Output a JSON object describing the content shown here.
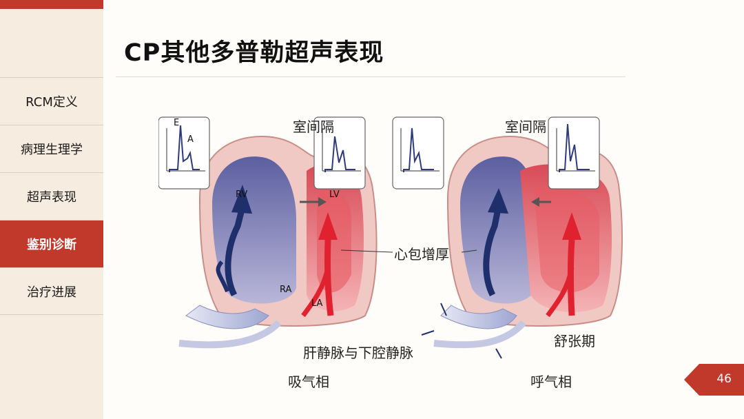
{
  "sidebar": {
    "items": [
      {
        "label": "RCM定义",
        "active": false
      },
      {
        "label": "病理生理学",
        "active": false
      },
      {
        "label": "超声表现",
        "active": false
      },
      {
        "label": "鉴别诊断",
        "active": true
      },
      {
        "label": "治疗进展",
        "active": false
      }
    ]
  },
  "slide": {
    "title": "CP其他多普勒超声表现",
    "page_number": "46"
  },
  "figure": {
    "label_septum_left": "室间隔",
    "label_septum_right": "室间隔",
    "label_pericardium": "心包增厚",
    "label_veins": "肝静脉与下腔静脉",
    "label_diastole": "舒张期",
    "label_inspiration": "吸气相",
    "label_expiration": "呼气相",
    "chamber_rv": "RV",
    "chamber_lv": "LV",
    "chamber_ra": "RA",
    "chamber_la": "LA",
    "wave_e": "E",
    "wave_a": "A"
  },
  "colors": {
    "accent_red": "#c0392b",
    "arterial_red": "#e02230",
    "venous_blue": "#1f2f6b"
  }
}
